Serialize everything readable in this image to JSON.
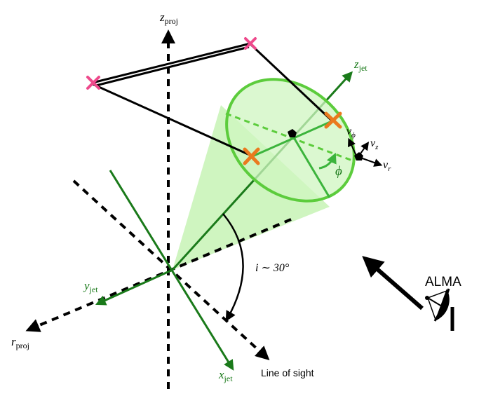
{
  "diagram": {
    "axes": {
      "z_proj": {
        "base": "z",
        "sub": "proj"
      },
      "r_proj": {
        "base": "r",
        "sub": "proj"
      },
      "z_jet": {
        "base": "z",
        "sub": "jet"
      },
      "y_jet": {
        "base": "y",
        "sub": "jet"
      },
      "x_jet": {
        "base": "x",
        "sub": "jet"
      },
      "line_of_sight": "Line of sight"
    },
    "velocity_labels": {
      "v_phi": {
        "base": "v",
        "sub": "ϕ"
      },
      "v_z": {
        "base": "v",
        "sub": "z"
      },
      "v_r": {
        "base": "v",
        "sub": "r"
      }
    },
    "angle_label": "ϕ",
    "inclination_label": "i ∼ 30°",
    "telescope_label": "ALMA",
    "colors": {
      "jet_axis": "#1a7a1a",
      "cone_fill": "#cff5c0",
      "ellipse_stroke": "#5ccc3c",
      "pink_marker": "#ee4a8c",
      "orange_marker": "#ea7a1e",
      "projection_axis": "#000000"
    }
  }
}
